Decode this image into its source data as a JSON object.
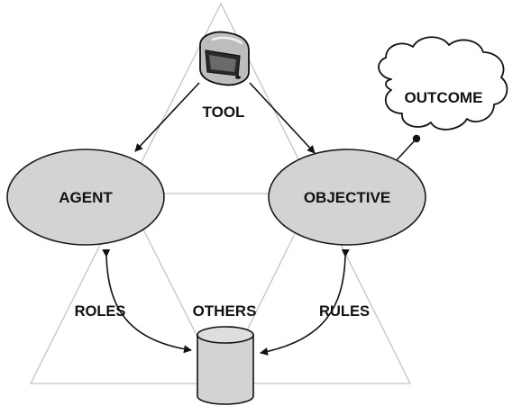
{
  "diagram": {
    "nodes": {
      "tool": "TOOL",
      "agent": "AGENT",
      "objective": "OBJECTIVE",
      "outcome": "OUTCOME",
      "others": "OTHERS"
    },
    "edges": {
      "roles": "ROLES",
      "rules": "RULES"
    },
    "icons": {
      "tool": "computer-monitor-icon",
      "others": "cylinder-icon",
      "outcome": "cloud-icon"
    },
    "colors": {
      "node_fill": "#d3d3d3",
      "stroke": "#111111",
      "guide_lines": "#c4c4c4",
      "background": "#ffffff"
    }
  }
}
